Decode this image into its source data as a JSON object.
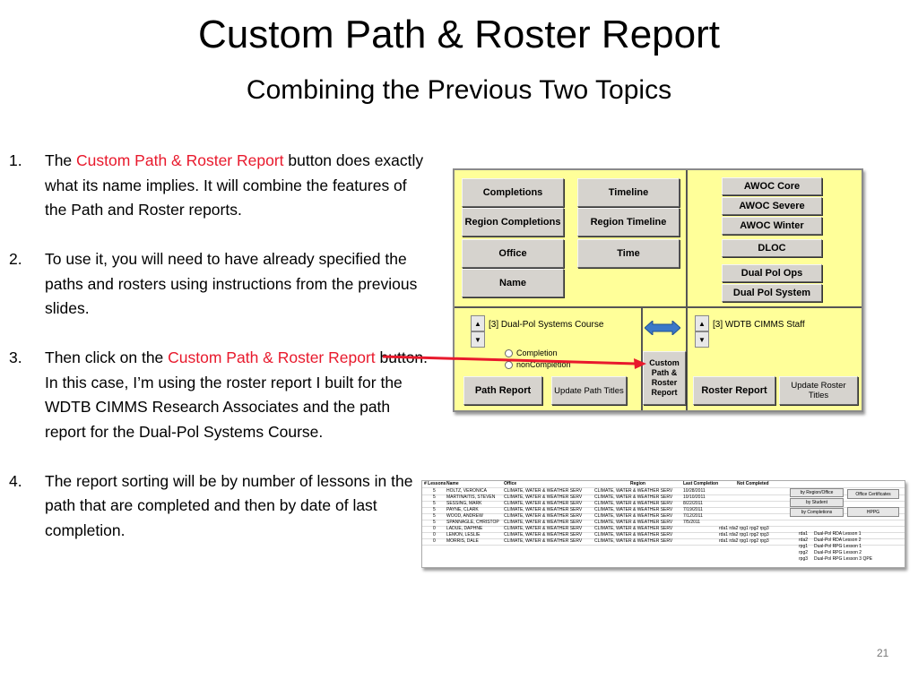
{
  "slide": {
    "title": "Custom Path & Roster Report",
    "subtitle": "Combining the Previous Two Topics",
    "page_number": "21"
  },
  "points": [
    {
      "num": "1.",
      "pre": "The ",
      "highlight": "Custom Path & Roster Report",
      "post": " button does exactly what its name implies.  It will combine the features of the Path and Roster reports."
    },
    {
      "num": "2.",
      "pre": "To use it, you will need to have already specified the paths and rosters using instructions from the previous slides.",
      "highlight": "",
      "post": ""
    },
    {
      "num": "3.",
      "pre": "Then click on the ",
      "highlight": "Custom Path & Roster Report",
      "post": " button.  In this case, I’m using the roster report I built for the WDTB CIMMS Research Associates and the path report for the Dual-Pol Systems Course."
    },
    {
      "num": "4.",
      "pre": "The report sorting will be by number of lessons in the path that are completed and then by date of last completion.",
      "highlight": "",
      "post": ""
    }
  ],
  "panel": {
    "completions": "Completions",
    "region_completions": "Region Completions",
    "office": "Office",
    "name": "Name",
    "timeline": "Timeline",
    "region_timeline": "Region Timeline",
    "time": "Time",
    "awoc_core": "AWOC Core",
    "awoc_severe": "AWOC Severe",
    "awoc_winter": "AWOC Winter",
    "dloc": "DLOC",
    "dual_pol_ops": "Dual Pol Ops",
    "dual_pol_system": "Dual Pol System",
    "path_select": "[3] Dual-Pol Systems Course",
    "radio_completion": "Completion",
    "radio_noncompletion": "nonCompletion",
    "path_report": "Path Report",
    "update_path_titles": "Update Path Titles",
    "custom_btn": "Custom Path & Roster Report",
    "roster_select": "[3] WDTB CIMMS Staff",
    "roster_report": "Roster Report",
    "update_roster_titles": "Update Roster Titles",
    "colors": {
      "background": "#ffff99",
      "button": "#d6d3ce",
      "arrow": "#3a78c8",
      "pointer": "#e8192c"
    }
  },
  "sheet": {
    "headers": [
      "# Lessons",
      "Name",
      "Office",
      "Region",
      "Last Completion",
      "Not Completed"
    ],
    "rows": [
      [
        "5",
        "HOLTZ, VERONICA",
        "CLIMATE, WATER & WEATHER SERV",
        "CLIMATE, WATER & WEATHER SERV",
        "10/28/2011",
        ""
      ],
      [
        "5",
        "MARTINAITIS, STEVEN",
        "CLIMATE, WATER & WEATHER SERV",
        "CLIMATE, WATER & WEATHER SERV",
        "10/10/2011",
        ""
      ],
      [
        "5",
        "SESSING, MARK",
        "CLIMATE, WATER & WEATHER SERV",
        "CLIMATE, WATER & WEATHER SERV",
        "8/22/2011",
        ""
      ],
      [
        "5",
        "PAYNE, CLARK",
        "CLIMATE, WATER & WEATHER SERV",
        "CLIMATE, WATER & WEATHER SERV",
        "7/19/2011",
        ""
      ],
      [
        "5",
        "WOOD, ANDREW",
        "CLIMATE, WATER & WEATHER SERV",
        "CLIMATE, WATER & WEATHER SERV",
        "7/12/2011",
        ""
      ],
      [
        "5",
        "SPANNAGLE, CHRISTOP",
        "CLIMATE, WATER & WEATHER SERV",
        "CLIMATE, WATER & WEATHER SERV",
        "7/5/2011",
        ""
      ],
      [
        "0",
        "LADUE, DAPHNE",
        "CLIMATE, WATER & WEATHER SERV",
        "CLIMATE, WATER & WEATHER SERV",
        "",
        "rda1 rda2 rpg1 rpg2 rpg3"
      ],
      [
        "0",
        "LEMON, LESLIE",
        "CLIMATE, WATER & WEATHER SERV",
        "CLIMATE, WATER & WEATHER SERV",
        "",
        "rda1 rda2 rpg1 rpg2 rpg3"
      ],
      [
        "0",
        "MORRIS, DALE",
        "CLIMATE, WATER & WEATHER SERV",
        "CLIMATE, WATER & WEATHER SERV",
        "",
        "rda1 rda2 rpg1 rpg2 rpg3"
      ]
    ],
    "buttons": {
      "by_region_office": "by Region/Office",
      "by_student": "by Student",
      "by_completions": "by Completions",
      "office_certificates": "Office Certificates",
      "hppg": "HPPG"
    },
    "lessons": [
      [
        "rda1",
        "Dual-Pol RDA Lesson 1"
      ],
      [
        "rda2",
        "Dual-Pol RDA Lesson 2"
      ],
      [
        "rpg1",
        "Dual-Pol RPG Lesson 1"
      ],
      [
        "rpg2",
        "Dual-Pol RPG Lesson 2"
      ],
      [
        "rpg3",
        "Dual-Pol RPG Lesson 3 QPE"
      ]
    ]
  }
}
